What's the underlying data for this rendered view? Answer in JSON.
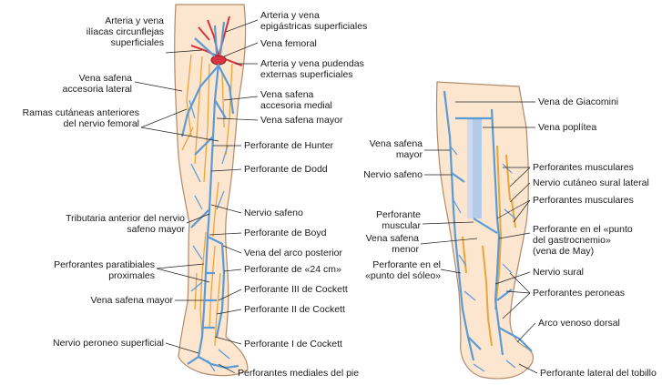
{
  "colors": {
    "skin": "#fce6cf",
    "skin_outline": "#b08a6a",
    "vein": "#5b9bd5",
    "vein_dark": "#3e7fbf",
    "nerve": "#e8a53a",
    "artery": "#d9333f",
    "leader": "#222222"
  },
  "left_labels": {
    "arteria_vena_iliacas": "Arteria y vena\nilíacas circunflejas\nsuperficiales",
    "safena_accesoria_lateral": "Vena safena\naccesoria lateral",
    "ramas_cutaneas": "Ramas cutáneas anteriores\ndel nervio femoral",
    "tributaria_anterior": "Tributaria anterior del nervio\nsafeno mayor",
    "perforantes_paratibiales": "Perforantes paratibiales\nproximales",
    "vena_safena_mayor_left": "Vena safena mayor",
    "nervio_peroneo": "Nervio peroneo superficial"
  },
  "center_labels": {
    "epigastricas": "Arteria y vena\nepigástricas superficiales",
    "vena_femoral": "Vena femoral",
    "pudendas": "Arteria y vena pudendas\nexternas superficiales",
    "safena_accesoria_medial": "Vena safena\naccesoria medial",
    "vena_safena_mayor": "Vena safena mayor",
    "hunter": "Perforante de Hunter",
    "dodd": "Perforante de Dodd",
    "nervio_safeno": "Nervio safeno",
    "boyd": "Perforante de Boyd",
    "arco_posterior": "Vena del arco posterior",
    "perf_24cm": "Perforante de «24 cm»",
    "cockett_iii": "Perforante III de Cockett",
    "cockett_ii": "Perforante II de Cockett",
    "cockett_i": "Perforante I de Cockett",
    "mediales_pie": "Perforantes mediales del pie"
  },
  "right_leg_labels": {
    "vena_safena_mayor": "Vena safena\nmayor",
    "nervio_safeno": "Nervio safeno",
    "perforante_muscular": "Perforante\nmuscular",
    "vena_safena_menor": "Vena safena\nmenor",
    "perforante_soleo": "Perforante en el\n«punto del sóleo»"
  },
  "right_labels": {
    "giacomini": "Vena de Giacomini",
    "poplitea": "Vena poplítea",
    "perf_musculares_1": "Perforantes musculares",
    "nervio_cutaneo_sural": "Nervio cutáneo sural lateral",
    "perf_musculares_2": "Perforantes musculares",
    "gastrocnemio": "Perforante en el «punto\ndel gastrocnemio»\n(vena de May)",
    "nervio_sural": "Nervio sural",
    "perf_peroneas": "Perforantes peroneas",
    "arco_venoso": "Arco venoso dorsal",
    "lateral_tobillo": "Perforante lateral del tobillo"
  }
}
